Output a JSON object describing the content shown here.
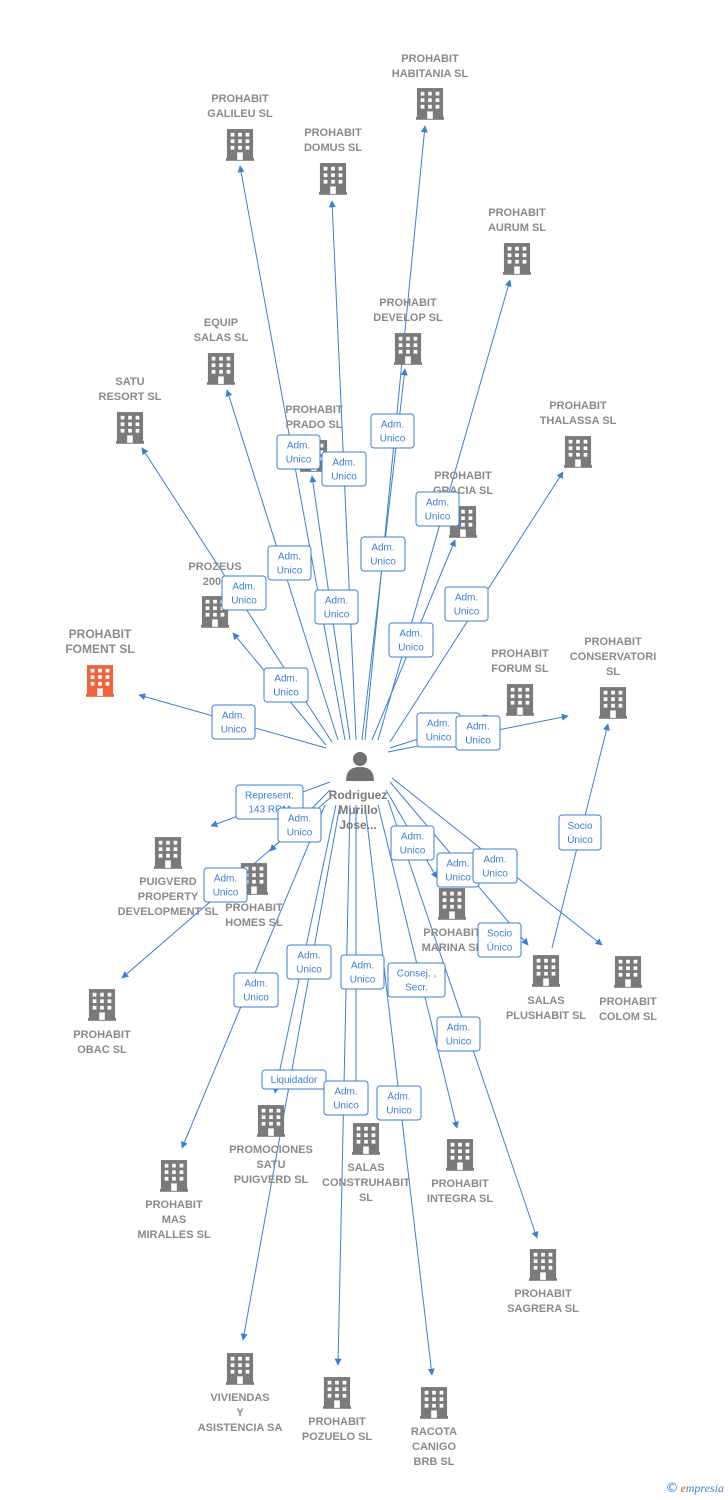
{
  "colors": {
    "edge": "#3a7fd5",
    "building": "#7a7a7a",
    "building_highlight": "#f0643c",
    "person": "#707070"
  },
  "center": {
    "name_lines": [
      "Rodriguez",
      "Murillo",
      "Jose..."
    ],
    "icon": "person-icon"
  },
  "companies": [
    {
      "id": "habitania",
      "lines": [
        "PROHABIT",
        "HABITANIA  SL"
      ]
    },
    {
      "id": "galileu",
      "lines": [
        "PROHABIT",
        "GALILEU  SL"
      ]
    },
    {
      "id": "domus",
      "lines": [
        "PROHABIT",
        "DOMUS  SL"
      ]
    },
    {
      "id": "aurum",
      "lines": [
        "PROHABIT",
        "AURUM  SL"
      ]
    },
    {
      "id": "develop",
      "lines": [
        "PROHABIT",
        "DEVELOP  SL"
      ]
    },
    {
      "id": "equip",
      "lines": [
        "EQUIP",
        "SALAS  SL"
      ]
    },
    {
      "id": "satu",
      "lines": [
        "SATU",
        "RESORT  SL"
      ]
    },
    {
      "id": "prado",
      "lines": [
        "PROHABIT",
        "PRADO  SL"
      ]
    },
    {
      "id": "thalassa",
      "lines": [
        "PROHABIT",
        "THALASSA  SL"
      ]
    },
    {
      "id": "gracia",
      "lines": [
        "PROHABIT",
        "GRACIA  SL"
      ]
    },
    {
      "id": "prozeus",
      "lines": [
        "PROZEUS",
        "2006"
      ]
    },
    {
      "id": "foment",
      "lines": [
        "PROHABIT",
        "FOMENT  SL"
      ],
      "highlight": true
    },
    {
      "id": "forum",
      "lines": [
        "PROHABIT",
        "FORUM  SL"
      ]
    },
    {
      "id": "conservatori",
      "lines": [
        "PROHABIT",
        "CONSERVATORI",
        "SL"
      ]
    },
    {
      "id": "puigverd",
      "lines": [
        "PUIGVERD",
        "PROPERTY",
        "DEVELOPMENT SL"
      ]
    },
    {
      "id": "homes",
      "lines": [
        "PROHABIT",
        "HOMES  SL"
      ]
    },
    {
      "id": "marina",
      "lines": [
        "PROHABIT",
        "MARINA  SL"
      ]
    },
    {
      "id": "plushabit",
      "lines": [
        "SALAS",
        "PLUSHABIT  SL"
      ]
    },
    {
      "id": "colom",
      "lines": [
        "PROHABIT",
        "COLOM  SL"
      ]
    },
    {
      "id": "obac",
      "lines": [
        "PROHABIT",
        "OBAC  SL"
      ]
    },
    {
      "id": "promociones",
      "lines": [
        "PROMOCIONES",
        "SATU",
        "PUIGVERD  SL"
      ]
    },
    {
      "id": "construhabit",
      "lines": [
        "SALAS",
        "CONSTRUHABIT",
        "SL"
      ]
    },
    {
      "id": "integra",
      "lines": [
        "PROHABIT",
        "INTEGRA  SL"
      ]
    },
    {
      "id": "mas",
      "lines": [
        "PROHABIT",
        "MAS",
        "MIRALLES  SL"
      ]
    },
    {
      "id": "sagrera",
      "lines": [
        "PROHABIT",
        "SAGRERA  SL"
      ]
    },
    {
      "id": "viviendas",
      "lines": [
        "VIVIENDAS",
        "Y",
        "ASISTENCIA SA"
      ]
    },
    {
      "id": "pozuelo",
      "lines": [
        "PROHABIT",
        "POZUELO  SL"
      ]
    },
    {
      "id": "racota",
      "lines": [
        "RACOTA",
        "CANIGO",
        "BRB  SL"
      ]
    }
  ],
  "edge_labels": [
    {
      "id": "habitania",
      "lines": [
        "Adm.",
        "Unico"
      ]
    },
    {
      "id": "galileu",
      "lines": [
        "Adm.",
        "Unico"
      ]
    },
    {
      "id": "domus",
      "lines": [
        "Adm.",
        "Unico"
      ]
    },
    {
      "id": "aurum",
      "lines": [
        "Adm.",
        "Unico"
      ]
    },
    {
      "id": "develop",
      "lines": [
        "Adm.",
        "Unico"
      ]
    },
    {
      "id": "equip",
      "lines": [
        "Adm.",
        "Unico"
      ]
    },
    {
      "id": "satu",
      "lines": [
        "Adm.",
        "Unico"
      ]
    },
    {
      "id": "prado",
      "lines": [
        "Adm.",
        "Unico"
      ]
    },
    {
      "id": "thalassa",
      "lines": [
        "Adm.",
        "Unico"
      ]
    },
    {
      "id": "gracia",
      "lines": [
        "Adm.",
        "Unico"
      ]
    },
    {
      "id": "prozeus",
      "lines": [
        "Adm.",
        "Unico"
      ]
    },
    {
      "id": "foment",
      "lines": [
        "Adm.",
        "Unico"
      ]
    },
    {
      "id": "forum",
      "lines": [
        "Adm.",
        "Unico"
      ]
    },
    {
      "id": "conservatori",
      "lines": [
        "Adm.",
        "Unico"
      ]
    },
    {
      "id": "conservatori_socio",
      "lines": [
        "Socio",
        "Único"
      ]
    },
    {
      "id": "puigverd_rep",
      "lines": [
        "Represent.",
        "143 RRM"
      ]
    },
    {
      "id": "homes",
      "lines": [
        "Adm.",
        "Unico"
      ]
    },
    {
      "id": "obac",
      "lines": [
        "Adm.",
        "Unico"
      ]
    },
    {
      "id": "marina",
      "lines": [
        "Adm.",
        "Unico"
      ]
    },
    {
      "id": "plushabit",
      "lines": [
        "Adm.",
        "Unico"
      ]
    },
    {
      "id": "colom",
      "lines": [
        "Adm.",
        "Unico"
      ]
    },
    {
      "id": "plushabit_socio",
      "lines": [
        "Socio",
        "Único"
      ]
    },
    {
      "id": "mas",
      "lines": [
        "Adm.",
        "Unico"
      ]
    },
    {
      "id": "promociones",
      "lines": [
        "Adm.",
        "Unico"
      ]
    },
    {
      "id": "promociones_liq",
      "lines": [
        "Liquidador"
      ]
    },
    {
      "id": "construhabit",
      "lines": [
        "Adm.",
        "Unico"
      ]
    },
    {
      "id": "integra",
      "lines": [
        "Consej. ,",
        "Secr."
      ]
    },
    {
      "id": "sagrera",
      "lines": [
        "Adm.",
        "Unico"
      ]
    },
    {
      "id": "pozuelo",
      "lines": [
        "Adm.",
        "Unico"
      ]
    },
    {
      "id": "racota",
      "lines": [
        "Adm.",
        "Unico"
      ]
    }
  ],
  "footer": {
    "copyright": "©",
    "brand_first": "e",
    "brand_rest": "mpresia"
  }
}
